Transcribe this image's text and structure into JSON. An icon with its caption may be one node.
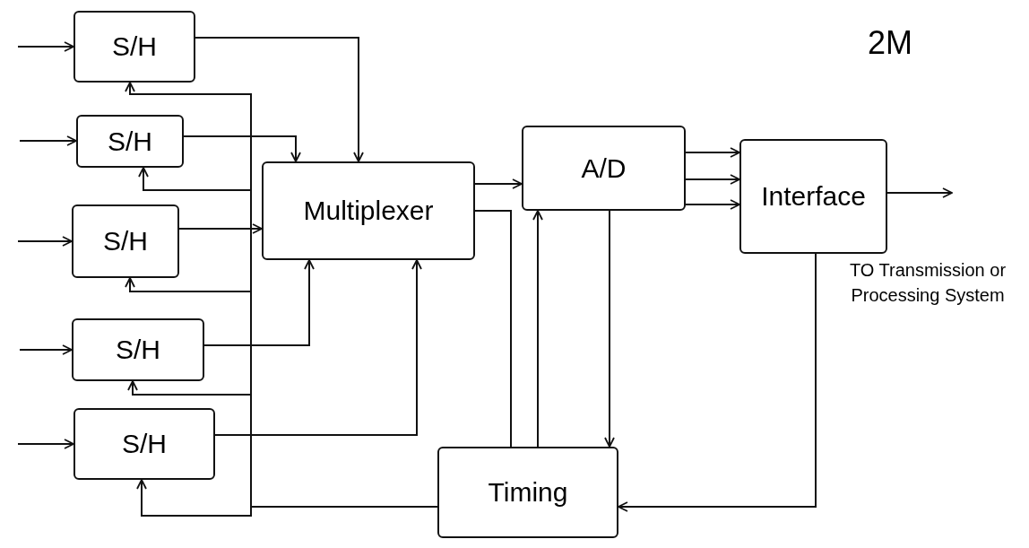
{
  "diagram": {
    "nodes": [
      {
        "text": [
          "S/H"
        ]
      },
      {
        "text": [
          "S/H"
        ]
      },
      {
        "text": [
          "S/H"
        ]
      },
      {
        "text": [
          "S/H"
        ]
      },
      {
        "text": [
          "S/H"
        ]
      },
      {
        "text": [
          "Multiplexer"
        ]
      },
      {
        "text": [
          "A/D"
        ]
      },
      {
        "text": [
          "Interface"
        ]
      },
      {
        "text": [
          "Timing"
        ]
      }
    ],
    "edges": [
      {
        "from": null,
        "to": 0,
        "arrow": "to"
      },
      {
        "from": null,
        "to": 1,
        "arrow": "to"
      },
      {
        "from": null,
        "to": 2,
        "arrow": "to"
      },
      {
        "from": null,
        "to": 3,
        "arrow": "to"
      },
      {
        "from": null,
        "to": 4,
        "arrow": "to"
      },
      {
        "from": 0,
        "to": 5,
        "arrow": "to"
      },
      {
        "from": 1,
        "to": 5,
        "arrow": "to"
      },
      {
        "from": 2,
        "to": 5,
        "arrow": "to"
      },
      {
        "from": 3,
        "to": 5,
        "arrow": "to"
      },
      {
        "from": 4,
        "to": 5,
        "arrow": "to"
      },
      {
        "from": 5,
        "to": 6,
        "arrow": "to"
      },
      {
        "from": 6,
        "to": 7,
        "arrow": "to"
      },
      {
        "from": 6,
        "to": 7,
        "arrow": "to"
      },
      {
        "from": 6,
        "to": 7,
        "arrow": "to"
      },
      {
        "from": 7,
        "to": null,
        "arrow": "to"
      },
      {
        "from": 7,
        "to": 8,
        "arrow": "to"
      },
      {
        "from": 8,
        "to": 0,
        "arrow": "to"
      },
      {
        "from": 8,
        "to": 1,
        "arrow": "to"
      },
      {
        "from": 8,
        "to": 2,
        "arrow": "to"
      },
      {
        "from": 8,
        "to": 3,
        "arrow": "to"
      },
      {
        "from": 8,
        "to": 4,
        "arrow": "to"
      },
      {
        "from": 5,
        "to": 8,
        "arrow": "none"
      },
      {
        "from": 8,
        "to": 6,
        "arrow": "to"
      },
      {
        "from": 6,
        "to": 8,
        "arrow": "to"
      }
    ],
    "labels": [
      "2M",
      "TO Transmission or Processing System"
    ]
  }
}
